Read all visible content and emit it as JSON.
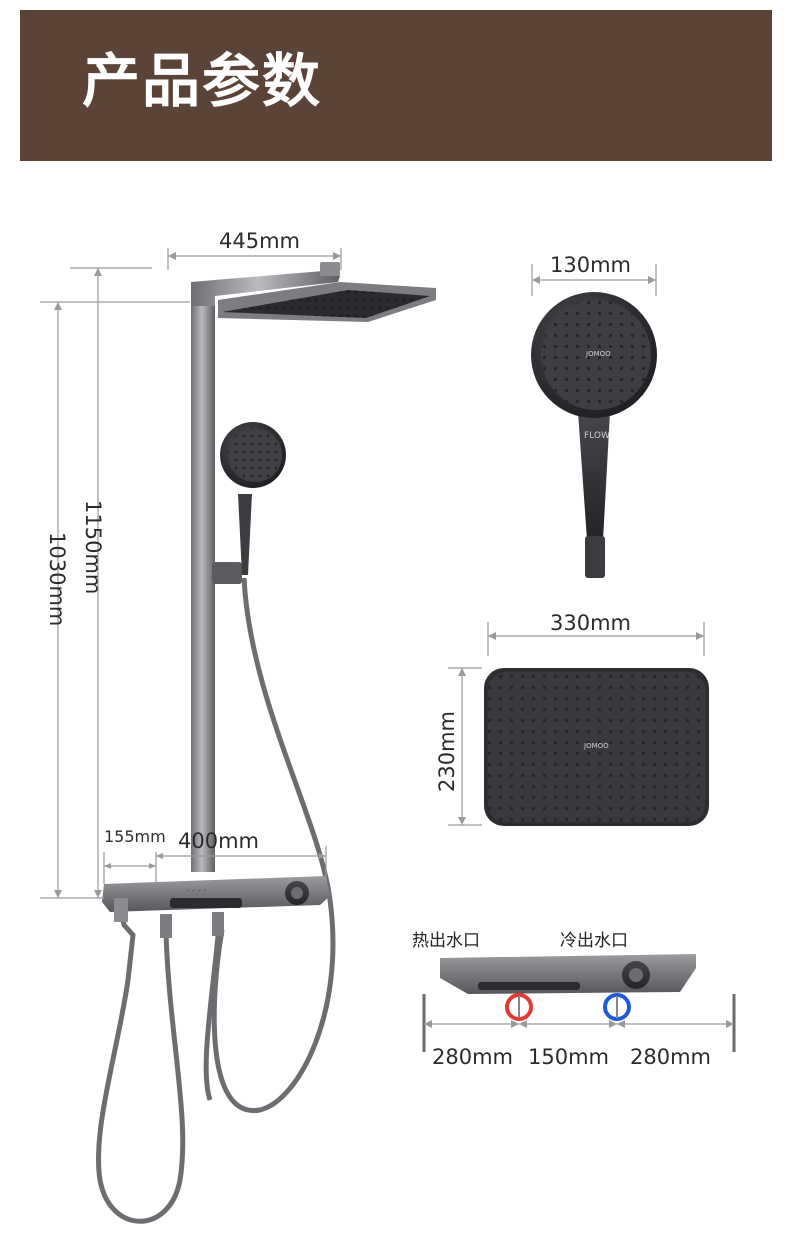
{
  "header": {
    "title": "产品参数"
  },
  "dimensions": {
    "top_shower_width": "445mm",
    "height_outer": "1150mm",
    "height_inner": "1030mm",
    "shelf_offset": "155mm",
    "shelf_length": "400mm",
    "hand_shower_diameter": "130mm",
    "rain_head_width": "330mm",
    "rain_head_depth": "230mm",
    "outlet_left": "280mm",
    "outlet_spacing": "150mm",
    "outlet_right": "280mm"
  },
  "labels": {
    "hot_outlet": "热出水口",
    "cold_outlet": "冷出水口",
    "brand": "JOMOO",
    "handle_text": "FLOW"
  },
  "colors": {
    "banner": "#5b4337",
    "hot": "#e53935",
    "cold": "#1e5bd8"
  }
}
